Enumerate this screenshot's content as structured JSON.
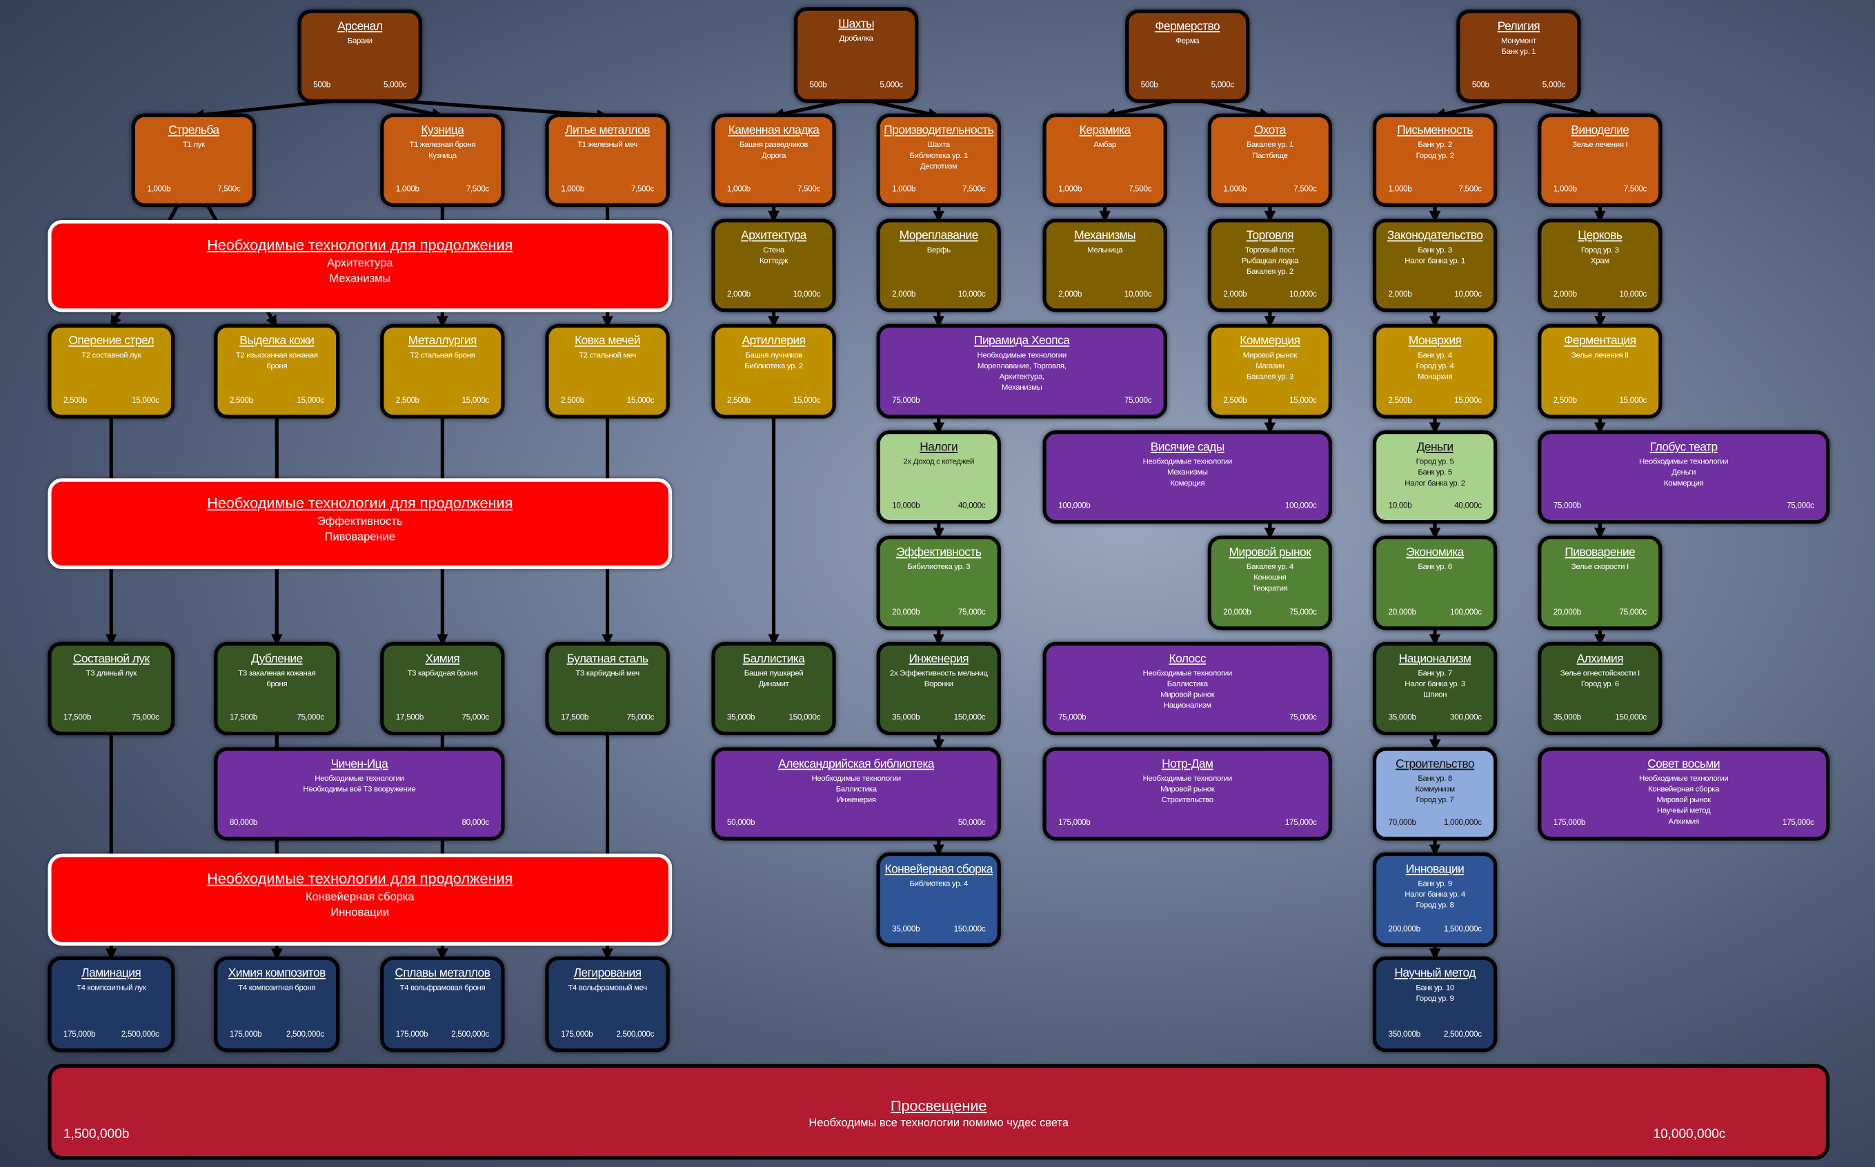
{
  "palette": {
    "dark-brown": "#843c0c",
    "orange": "#c55a11",
    "olive": "#7f6000",
    "gold": "#bf9000",
    "purple": "#7030a0",
    "light-green": "#a9d18e",
    "green": "#548235",
    "dark-green": "#375623",
    "light-blue": "#8faadc",
    "blue": "#2f5597",
    "navy": "#203864",
    "banner-red": "#ff0000",
    "final-red": "#b31b30"
  },
  "nodes": [
    {
      "id": "arsenal",
      "title": "Арсенал",
      "lines": [
        "Бараки"
      ],
      "cost_b": "500b",
      "cost_c": "5,000c",
      "color": "dark-brown"
    },
    {
      "id": "mines",
      "title": "Шахты",
      "lines": [
        "Дробилка"
      ],
      "cost_b": "500b",
      "cost_c": "5,000c",
      "color": "dark-brown"
    },
    {
      "id": "farming",
      "title": "Фермерство",
      "lines": [
        "Ферма"
      ],
      "cost_b": "500b",
      "cost_c": "5,000c",
      "color": "dark-brown"
    },
    {
      "id": "religion",
      "title": "Религия",
      "lines": [
        "Монумент",
        "Банк ур. 1"
      ],
      "cost_b": "500b",
      "cost_c": "5,000c",
      "color": "dark-brown"
    },
    {
      "id": "archery",
      "title": "Стрельба",
      "lines": [
        "T1 лук"
      ],
      "cost_b": "1,000b",
      "cost_c": "7,500c",
      "color": "orange"
    },
    {
      "id": "smithy",
      "title": "Кузница",
      "lines": [
        "T1 железная броня",
        "Кузница"
      ],
      "cost_b": "1,000b",
      "cost_c": "7,500c",
      "color": "orange"
    },
    {
      "id": "casting",
      "title": "Литье металлов",
      "lines": [
        "T1 железный меч"
      ],
      "cost_b": "1,000b",
      "cost_c": "7,500c",
      "color": "orange"
    },
    {
      "id": "masonry",
      "title": "Каменная кладка",
      "lines": [
        "Башня разведчиков",
        "Дорога"
      ],
      "cost_b": "1,000b",
      "cost_c": "7,500c",
      "color": "orange"
    },
    {
      "id": "productivity",
      "title": "Производительность",
      "lines": [
        "Шахта",
        "Библиотека ур. 1",
        "Деспотизм"
      ],
      "cost_b": "1,000b",
      "cost_c": "7,500c",
      "color": "orange"
    },
    {
      "id": "pottery",
      "title": "Керамика",
      "lines": [
        "Амбар"
      ],
      "cost_b": "1,000b",
      "cost_c": "7,500c",
      "color": "orange"
    },
    {
      "id": "hunting",
      "title": "Охота",
      "lines": [
        "Бакалея ур. 1",
        "Пастбище"
      ],
      "cost_b": "1,000b",
      "cost_c": "7,500c",
      "color": "orange"
    },
    {
      "id": "writing",
      "title": "Письменность",
      "lines": [
        "Банк ур. 2",
        "Город ур. 2"
      ],
      "cost_b": "1,000b",
      "cost_c": "7,500c",
      "color": "orange"
    },
    {
      "id": "winemaking",
      "title": "Виноделие",
      "lines": [
        "Зелье лечения I"
      ],
      "cost_b": "1,000b",
      "cost_c": "7,500c",
      "color": "orange"
    },
    {
      "id": "architecture",
      "title": "Архитектура",
      "lines": [
        "Стена",
        "Коттедж"
      ],
      "cost_b": "2,000b",
      "cost_c": "10,000c",
      "color": "olive"
    },
    {
      "id": "sailing",
      "title": "Мореплавание",
      "lines": [
        "Верфь"
      ],
      "cost_b": "2,000b",
      "cost_c": "10,000c",
      "color": "olive"
    },
    {
      "id": "mechanisms",
      "title": "Механизмы",
      "lines": [
        "Мельница"
      ],
      "cost_b": "2,000b",
      "cost_c": "10,000c",
      "color": "olive"
    },
    {
      "id": "trade",
      "title": "Торговля",
      "lines": [
        "Торговый пост",
        "Рыбацкая лодка",
        "Бакалея ур. 2"
      ],
      "cost_b": "2,000b",
      "cost_c": "10,000c",
      "color": "olive"
    },
    {
      "id": "law",
      "title": "Законодательство",
      "lines": [
        "Банк ур. 3",
        "Налог банка ур. 1"
      ],
      "cost_b": "2,000b",
      "cost_c": "10,000c",
      "color": "olive"
    },
    {
      "id": "church",
      "title": "Церковь",
      "lines": [
        "Город ур. 3",
        "Храм"
      ],
      "cost_b": "2,000b",
      "cost_c": "10,000c",
      "color": "olive"
    },
    {
      "id": "fletching",
      "title": "Оперение стрел",
      "lines": [
        "T2 составной лук"
      ],
      "cost_b": "2,500b",
      "cost_c": "15,000c",
      "color": "gold"
    },
    {
      "id": "tanning",
      "title": "Выделка кожи",
      "lines": [
        "T2 изысканная кожаная",
        "броня"
      ],
      "cost_b": "2,500b",
      "cost_c": "15,000c",
      "color": "gold"
    },
    {
      "id": "metallurgy",
      "title": "Металлургия",
      "lines": [
        "T2 стальная броня"
      ],
      "cost_b": "2,500b",
      "cost_c": "15,000c",
      "color": "gold"
    },
    {
      "id": "forging",
      "title": "Ковка мечей",
      "lines": [
        "T2 стальной меч"
      ],
      "cost_b": "2,500b",
      "cost_c": "15,000c",
      "color": "gold"
    },
    {
      "id": "artillery",
      "title": "Артиллерия",
      "lines": [
        "Башня лучников",
        "Библиотека ур. 2"
      ],
      "cost_b": "2,500b",
      "cost_c": "15,000c",
      "color": "gold"
    },
    {
      "id": "pyramid",
      "title": "Пирамида Хеопса",
      "lines": [
        "Необходимые технологии",
        "Мореплавание, Торговля,",
        "Архитектура,",
        "Механизмы"
      ],
      "cost_b": "75,000b",
      "cost_c": "75,000c",
      "color": "purple"
    },
    {
      "id": "commerce",
      "title": "Коммерция",
      "lines": [
        "Мировой рынок",
        "Магазин",
        "Бакалея ур. 3"
      ],
      "cost_b": "2,500b",
      "cost_c": "15,000c",
      "color": "gold"
    },
    {
      "id": "monarchy",
      "title": "Монархия",
      "lines": [
        "Банк ур. 4",
        "Город ур. 4",
        "Монархия"
      ],
      "cost_b": "2,500b",
      "cost_c": "15,000c",
      "color": "gold"
    },
    {
      "id": "fermentation",
      "title": "Ферментация",
      "lines": [
        "Зелье лечения II"
      ],
      "cost_b": "2,500b",
      "cost_c": "15,000c",
      "color": "gold"
    },
    {
      "id": "taxes",
      "title": "Налоги",
      "lines": [
        "2x Доход с котеджей"
      ],
      "cost_b": "10,000b",
      "cost_c": "40,000c",
      "color": "light-green"
    },
    {
      "id": "gardens",
      "title": "Висячие сады",
      "lines": [
        "Необходимые технологии",
        "Механизмы",
        "Комерция"
      ],
      "cost_b": "100,000b",
      "cost_c": "100,000c",
      "color": "purple"
    },
    {
      "id": "money",
      "title": "Деньги",
      "lines": [
        "Город ур. 5",
        "Банк ур. 5",
        "Налог банка ур. 2"
      ],
      "cost_b": "10,00b",
      "cost_c": "40,000c",
      "color": "light-green"
    },
    {
      "id": "globe",
      "title": "Глобус театр",
      "lines": [
        "Необходимые технологии",
        "Деньги",
        "Коммерция"
      ],
      "cost_b": "75,000b",
      "cost_c": "75,000c",
      "color": "purple"
    },
    {
      "id": "efficiency",
      "title": "Эффективность",
      "lines": [
        "Бибилиотека ур. 3"
      ],
      "cost_b": "20,000b",
      "cost_c": "75,000c",
      "color": "green"
    },
    {
      "id": "worldmarket",
      "title": "Мировой рынок",
      "lines": [
        "Бакалея ур. 4",
        "Конюшня",
        "Теократия"
      ],
      "cost_b": "20,000b",
      "cost_c": "75,000c",
      "color": "green"
    },
    {
      "id": "economics",
      "title": "Экономика",
      "lines": [
        "Банк ур. 6"
      ],
      "cost_b": "20,000b",
      "cost_c": "100,000c",
      "color": "green"
    },
    {
      "id": "brewing",
      "title": "Пивоварение",
      "lines": [
        "Зелье скорости I"
      ],
      "cost_b": "20,000b",
      "cost_c": "75,000c",
      "color": "green"
    },
    {
      "id": "compositebow",
      "title": "Составной лук",
      "lines": [
        "T3 длиный лук"
      ],
      "cost_b": "17,500b",
      "cost_c": "75,000c",
      "color": "dark-green"
    },
    {
      "id": "tempering",
      "title": "Дубление",
      "lines": [
        "T3 закаленая кожаная",
        "броня"
      ],
      "cost_b": "17,500b",
      "cost_c": "75,000c",
      "color": "dark-green"
    },
    {
      "id": "chemistry",
      "title": "Химия",
      "lines": [
        "T3 карбидная броня"
      ],
      "cost_b": "17,500b",
      "cost_c": "75,000c",
      "color": "dark-green"
    },
    {
      "id": "damascus",
      "title": "Булатная сталь",
      "lines": [
        "T3 карбидный меч"
      ],
      "cost_b": "17,500b",
      "cost_c": "75,000c",
      "color": "dark-green"
    },
    {
      "id": "ballistics",
      "title": "Баллистика",
      "lines": [
        "Башня пушкарей",
        "Динамит"
      ],
      "cost_b": "35,000b",
      "cost_c": "150,000c",
      "color": "dark-green"
    },
    {
      "id": "engineering",
      "title": "Инженерия",
      "lines": [
        "2x Эффективность мельниц",
        "Воронки"
      ],
      "cost_b": "35,000b",
      "cost_c": "150,000c",
      "color": "dark-green"
    },
    {
      "id": "colossus",
      "title": "Колосс",
      "lines": [
        "Необходимые технологии",
        "Баллистика",
        "Мировой рынок",
        "Национализм"
      ],
      "cost_b": "75,000b",
      "cost_c": "75,000c",
      "color": "purple"
    },
    {
      "id": "nationalism",
      "title": "Национализм",
      "lines": [
        "Банк ур. 7",
        "Налог банка ур. 3",
        "Шпион"
      ],
      "cost_b": "35,000b",
      "cost_c": "300,000c",
      "color": "dark-green"
    },
    {
      "id": "alchemy",
      "title": "Алхимия",
      "lines": [
        "Зелье огнестойскости I",
        "Город ур. 6"
      ],
      "cost_b": "35,000b",
      "cost_c": "150,000c",
      "color": "dark-green"
    },
    {
      "id": "chichen",
      "title": "Чичен-Ица",
      "lines": [
        "Необходимые технологии",
        "Необходимы всё T3 вооружение"
      ],
      "cost_b": "80,000b",
      "cost_c": "80,000c",
      "color": "purple"
    },
    {
      "id": "library",
      "title": "Александрийская библиотека",
      "lines": [
        "Необходимые технологии",
        "Баллистика",
        "Инженерия"
      ],
      "cost_b": "50,000b",
      "cost_c": "50,000c",
      "color": "purple"
    },
    {
      "id": "notredame",
      "title": "Нотр-Дам",
      "lines": [
        "Необходимые технологии",
        "Мировой рынок",
        "Строительство"
      ],
      "cost_b": "175,000b",
      "cost_c": "175,000c",
      "color": "purple"
    },
    {
      "id": "construction",
      "title": "Строительство",
      "lines": [
        "Банк ур. 8",
        "Коммунизм",
        "Город ур. 7"
      ],
      "cost_b": "70,000b",
      "cost_c": "1,000,000c",
      "color": "light-blue"
    },
    {
      "id": "council",
      "title": "Совет восьми",
      "lines": [
        "Необходимые технологии",
        "Конвейерная сборка",
        "Мировой рынок",
        "Научный метод",
        "Алхимия"
      ],
      "cost_b": "175,000b",
      "cost_c": "175,000c",
      "color": "purple"
    },
    {
      "id": "assembly",
      "title": "Конвейерная сборка",
      "lines": [
        "Библиотека ур. 4"
      ],
      "cost_b": "35,000b",
      "cost_c": "150,000c",
      "color": "blue"
    },
    {
      "id": "innovation",
      "title": "Инновации",
      "lines": [
        "Банк ур. 9",
        "Налог банка ур. 4",
        "Город ур. 8"
      ],
      "cost_b": "200,000b",
      "cost_c": "1,500,000c",
      "color": "blue"
    },
    {
      "id": "lamination",
      "title": "Ламинация",
      "lines": [
        "T4 композитный лук"
      ],
      "cost_b": "175,000b",
      "cost_c": "2,500,000c",
      "color": "navy"
    },
    {
      "id": "compchem",
      "title": "Химия композитов",
      "lines": [
        "T4 композитная броня"
      ],
      "cost_b": "175,000b",
      "cost_c": "2,500,000c",
      "color": "navy"
    },
    {
      "id": "alloys",
      "title": "Сплавы металлов",
      "lines": [
        "T4 вольфрамовая броня"
      ],
      "cost_b": "175,000b",
      "cost_c": "2,500,000c",
      "color": "navy"
    },
    {
      "id": "alloying",
      "title": "Легирования",
      "lines": [
        "T4 вольфрамовый меч"
      ],
      "cost_b": "175,000b",
      "cost_c": "2,500,000c",
      "color": "navy"
    },
    {
      "id": "scimethod",
      "title": "Научный метод",
      "lines": [
        "Банк ур. 10",
        "Город ур. 9"
      ],
      "cost_b": "350,000b",
      "cost_c": "2,500,000c",
      "color": "navy"
    }
  ],
  "banners": [
    {
      "id": "gate1",
      "title": "Необходимые технологии для продолжения",
      "lines": [
        "Архитектура",
        "Механизмы"
      ]
    },
    {
      "id": "gate2",
      "title": "Необходимые технологии для продолжения",
      "lines": [
        "Эффективность",
        "Пивоварение"
      ]
    },
    {
      "id": "gate3",
      "title": "Необходимые технологии для продолжения",
      "lines": [
        "Конвейерная сборка",
        "Инновации"
      ]
    }
  ],
  "final": {
    "title": "Просвещение",
    "subtitle": "Необходимы все технологии помимо чудес света",
    "cost_b": "1,500,000b",
    "cost_c": "10,000,000c"
  }
}
